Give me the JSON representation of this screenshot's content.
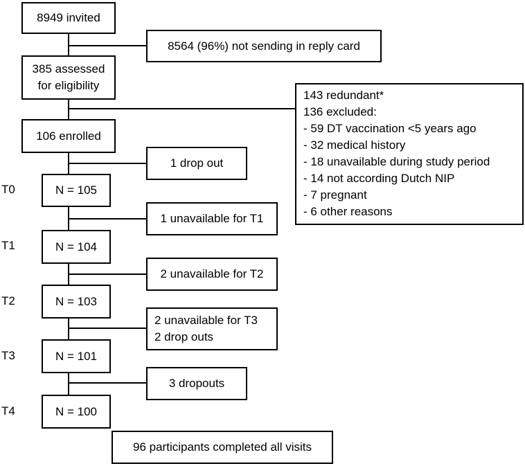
{
  "boxes": {
    "invited": "8949 invited",
    "no_reply": "8564 (96%) not sending in reply card",
    "assessed_line1": "385 assessed",
    "assessed_line2": "for eligibility",
    "excl_lines": [
      "143 redundant*",
      "136 excluded:",
      "- 59 DT vaccination <5 years ago",
      "- 32 medical history",
      "- 18 unavailable during study period",
      "- 14 not according Dutch NIP",
      "- 7 pregnant",
      "- 6 other reasons"
    ],
    "enrolled": "106 enrolled",
    "dropout1": "1 drop out",
    "n105": "N = 105",
    "unavail_t1": "1 unavailable for T1",
    "n104": "N = 104",
    "unavail_t2": "2 unavailable for T2",
    "n103": "N = 103",
    "unavail_t3_line1": "2 unavailable for T3",
    "unavail_t3_line2": "2 drop outs",
    "n101": "N = 101",
    "dropouts3": "3 dropouts",
    "n100": "N = 100",
    "completed": "96 participants completed all visits"
  },
  "timepoints": [
    "T0",
    "T1",
    "T2",
    "T3",
    "T4"
  ]
}
